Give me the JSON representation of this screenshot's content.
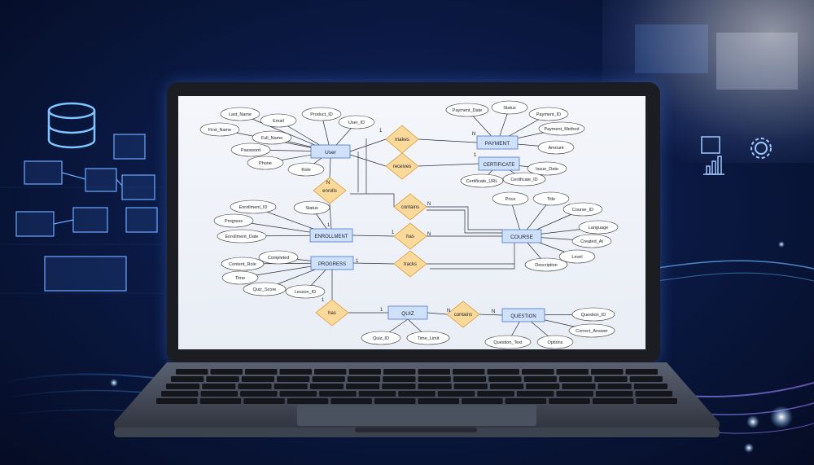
{
  "diagram": {
    "entities": [
      {
        "id": "user",
        "label": "User"
      },
      {
        "id": "payment",
        "label": "PAYMENT"
      },
      {
        "id": "certificate",
        "label": "CERTIFICATE"
      },
      {
        "id": "enrollment",
        "label": "ENROLLMENT"
      },
      {
        "id": "course",
        "label": "COURSE"
      },
      {
        "id": "progress",
        "label": "PROGRESS"
      },
      {
        "id": "quiz",
        "label": "QUIZ"
      },
      {
        "id": "question",
        "label": "QUESTION"
      }
    ],
    "relationships": [
      {
        "id": "r_makes",
        "label": "makes"
      },
      {
        "id": "r_receives",
        "label": "receives"
      },
      {
        "id": "r_enrolls",
        "label": "enrolls"
      },
      {
        "id": "r_contains",
        "label": "contains"
      },
      {
        "id": "r_has",
        "label": "has"
      },
      {
        "id": "r_tracks",
        "label": "tracks"
      },
      {
        "id": "r_has2",
        "label": "has"
      },
      {
        "id": "r_contains2",
        "label": "contains"
      }
    ],
    "attributes": [
      {
        "id": "a_lastname",
        "label": "Last_Name"
      },
      {
        "id": "a_email",
        "label": "Email"
      },
      {
        "id": "a_productid",
        "label": "Product_ID"
      },
      {
        "id": "a_userid",
        "label": "User_ID"
      },
      {
        "id": "a_firstname",
        "label": "First_Name"
      },
      {
        "id": "a_fullname",
        "label": "Full_Name"
      },
      {
        "id": "a_password",
        "label": "Password"
      },
      {
        "id": "a_phone",
        "label": "Phone"
      },
      {
        "id": "a_role",
        "label": "Role"
      },
      {
        "id": "a_paydate",
        "label": "Payment_Date"
      },
      {
        "id": "a_status",
        "label": "Status"
      },
      {
        "id": "a_payid",
        "label": "Payment_ID"
      },
      {
        "id": "a_paymethod",
        "label": "Payment_Method"
      },
      {
        "id": "a_amount",
        "label": "Amount"
      },
      {
        "id": "a_issuedate",
        "label": "Issue_Date"
      },
      {
        "id": "a_certurl",
        "label": "Certificate_URL"
      },
      {
        "id": "a_certid",
        "label": "Certificate_ID"
      },
      {
        "id": "a_enrollid",
        "label": "Enrollment_ID"
      },
      {
        "id": "a_estatus",
        "label": "Status"
      },
      {
        "id": "a_progress",
        "label": "Progress"
      },
      {
        "id": "a_enrolldate",
        "label": "Enrollment_Date"
      },
      {
        "id": "a_price",
        "label": "Price"
      },
      {
        "id": "a_title",
        "label": "Title"
      },
      {
        "id": "a_courseid",
        "label": "Course_ID"
      },
      {
        "id": "a_language",
        "label": "Language"
      },
      {
        "id": "a_createdat",
        "label": "Created_At"
      },
      {
        "id": "a_level",
        "label": "Level"
      },
      {
        "id": "a_description",
        "label": "Description"
      },
      {
        "id": "a_completed",
        "label": "Completed"
      },
      {
        "id": "a_contentrole",
        "label": "Content_Role"
      },
      {
        "id": "a_time",
        "label": "Time"
      },
      {
        "id": "a_quizscore",
        "label": "Quiz_Score"
      },
      {
        "id": "a_lessonid",
        "label": "Lesson_ID"
      },
      {
        "id": "a_quizid",
        "label": "Quiz_ID"
      },
      {
        "id": "a_timelimit",
        "label": "Time_Limit"
      },
      {
        "id": "a_questionid",
        "label": "Question_ID"
      },
      {
        "id": "a_correct",
        "label": "Correct_Answer"
      },
      {
        "id": "a_questiontext",
        "label": "Question_Text"
      },
      {
        "id": "a_options",
        "label": "Options"
      }
    ],
    "cardinalities": {
      "one": "1",
      "many": "N"
    }
  },
  "colors": {
    "entity_fill": "#cfe0fb",
    "entity_stroke": "#4a78c8",
    "relationship_fill": "#fbd99a",
    "relationship_stroke": "#d79a3a",
    "line": "#2a2f3a",
    "accent": "#4da3ff"
  },
  "decor_icons": [
    "database-icon",
    "flowchart-icon",
    "chart-icon",
    "gear-icon"
  ]
}
